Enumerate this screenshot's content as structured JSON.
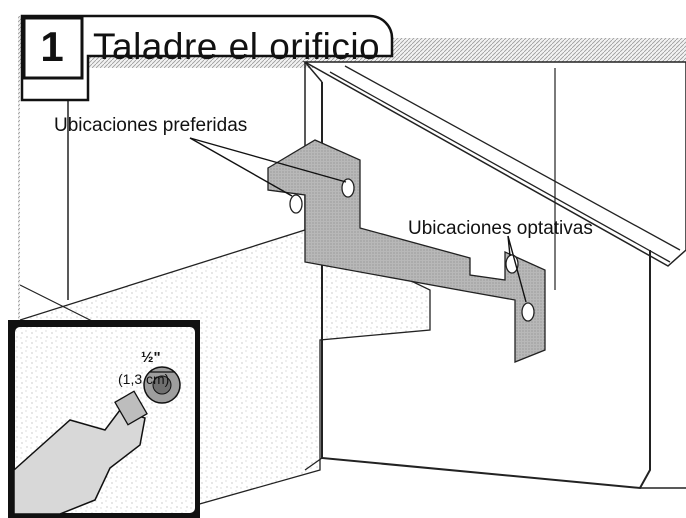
{
  "header": {
    "step_number": "1",
    "title": "Taladre el orificio"
  },
  "callouts": {
    "preferred": "Ubicaciones preferidas",
    "optional": "Ubicaciones optativas"
  },
  "inset": {
    "bit_size_fraction": "½\"",
    "bit_size_metric": "(1,3 cm)"
  }
}
